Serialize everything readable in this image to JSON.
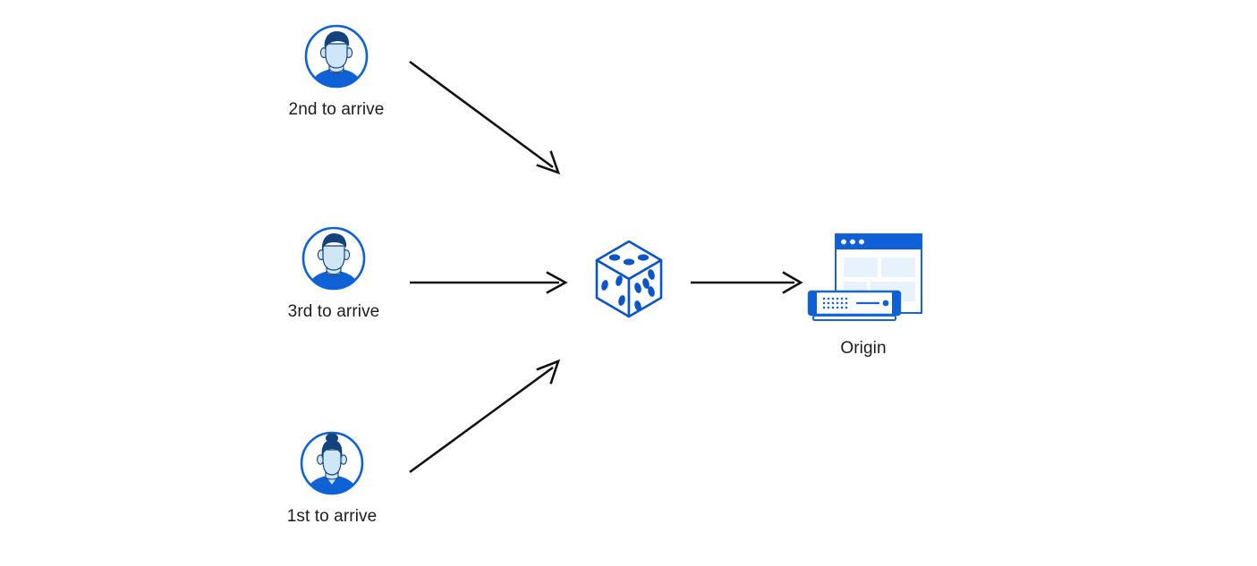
{
  "diagram": {
    "title": "Random load balancing to origin",
    "background": "#ffffff",
    "colors": {
      "brand_blue": "#0f62d6",
      "deep_blue": "#0b4fc4",
      "navy_hair": "#14427e",
      "face_light": "#cfe6f7",
      "panel_light": "#e8f2fc",
      "arrow_black": "#111111",
      "label_text": "#1c1c1c"
    },
    "clients": [
      {
        "id": "client-0",
        "label": "2nd to arrive",
        "icon": "user-avatar-male-icon",
        "avatar_variant": "male-short-hair",
        "order": 2
      },
      {
        "id": "client-1",
        "label": "3rd to arrive",
        "icon": "user-avatar-male-icon",
        "avatar_variant": "male-short-hair",
        "order": 3
      },
      {
        "id": "client-2",
        "label": "1st to arrive",
        "icon": "user-avatar-female-icon",
        "avatar_variant": "female-bun",
        "order": 1
      }
    ],
    "randomizer": {
      "id": "randomizer",
      "label": "",
      "icon": "dice-icon",
      "faces": {
        "top_pips": 3,
        "left_pips": 3,
        "right_pips": 6
      }
    },
    "origin": {
      "id": "origin",
      "label": "Origin",
      "icon": "origin-server-icon",
      "browser_window": {
        "titlebar_dots": 3,
        "content_panels": 4
      },
      "server_device": {
        "port_dot_columns": 6,
        "port_dot_rows": 3,
        "status_led": 1
      }
    },
    "arrows": [
      {
        "id": "arrow-client-0-to-randomizer",
        "from": "client-0",
        "to": "randomizer",
        "direction": "down-right"
      },
      {
        "id": "arrow-client-1-to-randomizer",
        "from": "client-1",
        "to": "randomizer",
        "direction": "right"
      },
      {
        "id": "arrow-client-2-to-randomizer",
        "from": "client-2",
        "to": "randomizer",
        "direction": "up-right"
      },
      {
        "id": "arrow-randomizer-to-origin",
        "from": "randomizer",
        "to": "origin",
        "direction": "right"
      }
    ]
  }
}
